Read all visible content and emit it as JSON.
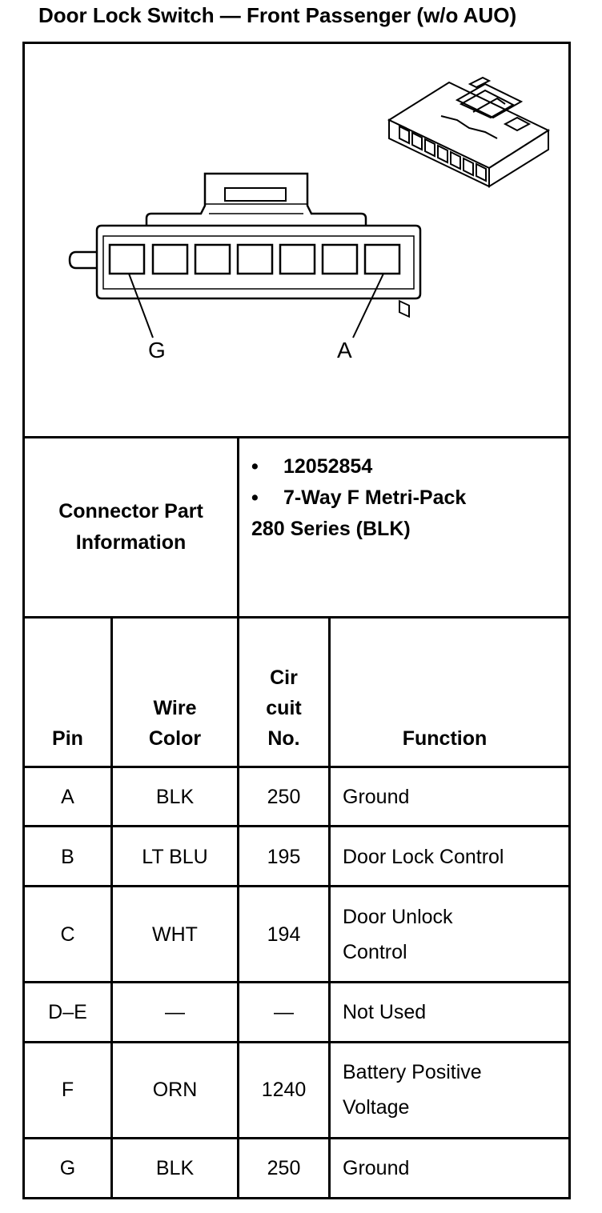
{
  "title": "Door Lock Switch — Front Passenger (w/o AUO)",
  "diagram": {
    "label_left": "G",
    "label_right": "A"
  },
  "connector_info": {
    "label_line1": "Connector Part",
    "label_line2": "Information",
    "items": [
      "12052854",
      "7-Way F Metri-Pack"
    ],
    "continuation": "280 Series (BLK)"
  },
  "table": {
    "headers": {
      "pin": "Pin",
      "wire_line1": "Wire",
      "wire_line2": "Color",
      "circuit_line1": "Cir",
      "circuit_line2": "cuit",
      "circuit_line3": "No.",
      "function": "Function"
    },
    "rows": [
      {
        "pin": "A",
        "color": "BLK",
        "circuit": "250",
        "function": "Ground",
        "function2": ""
      },
      {
        "pin": "B",
        "color": "LT BLU",
        "circuit": "195",
        "function": "Door Lock Control",
        "function2": ""
      },
      {
        "pin": "C",
        "color": "WHT",
        "circuit": "194",
        "function": "Door Unlock",
        "function2": "Control"
      },
      {
        "pin": "D–E",
        "color": "—",
        "circuit": "—",
        "function": "Not Used",
        "function2": ""
      },
      {
        "pin": "F",
        "color": "ORN",
        "circuit": "1240",
        "function": "Battery Positive",
        "function2": "Voltage"
      },
      {
        "pin": "G",
        "color": "BLK",
        "circuit": "250",
        "function": "Ground",
        "function2": ""
      }
    ]
  }
}
